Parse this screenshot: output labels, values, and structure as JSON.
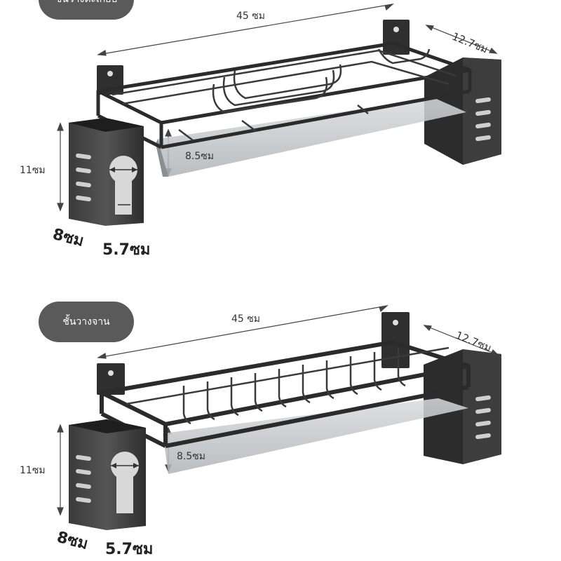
{
  "panels": [
    {
      "tag": "ชั้นวางตะเกียบ",
      "dims": {
        "length": "45 ซม",
        "depth": "12.7ซม",
        "cup_height": "11ซม",
        "rack_height": "8.5ซม",
        "cup_depth": "8ซม",
        "cup_width": "5.7ซม"
      }
    },
    {
      "tag": "ชั้นวางจาน",
      "dims": {
        "length": "45 ซม",
        "depth": "12.7ซม",
        "cup_height": "11ซม",
        "rack_height": "8.5ซม",
        "cup_depth": "8ซม",
        "cup_width": "5.7ซม"
      }
    }
  ],
  "colors": {
    "metal_dark": "#2b2b2b",
    "metal_mid": "#4a4a4a",
    "tray_gray": "#c9cccf",
    "dim_line": "#444444"
  }
}
